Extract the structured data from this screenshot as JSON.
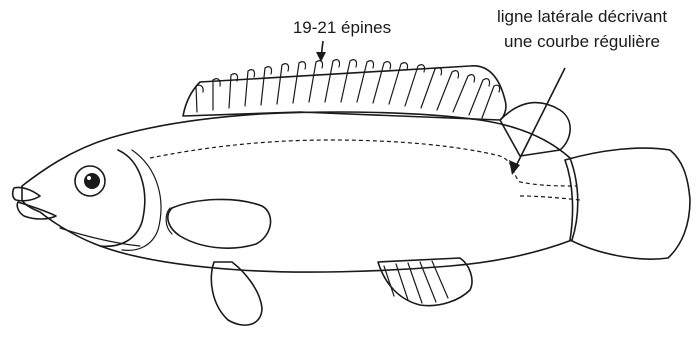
{
  "annotations": {
    "spines_label": "19-21 épines",
    "lateral_line_label_1": "ligne latérale décrivant",
    "lateral_line_label_2": "une courbe régulière"
  }
}
